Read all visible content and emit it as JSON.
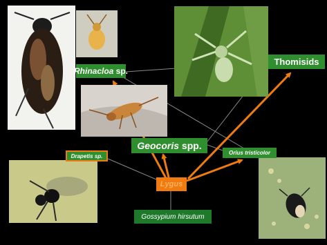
{
  "nodes": {
    "rhinacloa": {
      "genus": "Rhinacloa",
      "suffix": " sp."
    },
    "thomisids": {
      "label": "Thomisids"
    },
    "geocoris": {
      "genus": "Geocoris",
      "suffix": " spp."
    },
    "drapetis": {
      "label": "Drapetis sp."
    },
    "orius": {
      "label": "Orius tristicolor"
    },
    "lygus": {
      "label": "Lygus"
    },
    "gossypium": {
      "label": "Gossypium hirsutum"
    }
  },
  "colors": {
    "background": "#000000",
    "node_green": "#2f8f2e",
    "node_orange": "#f07b10",
    "strong_link": "#f07b10",
    "weak_link": "#8a8a8a"
  }
}
